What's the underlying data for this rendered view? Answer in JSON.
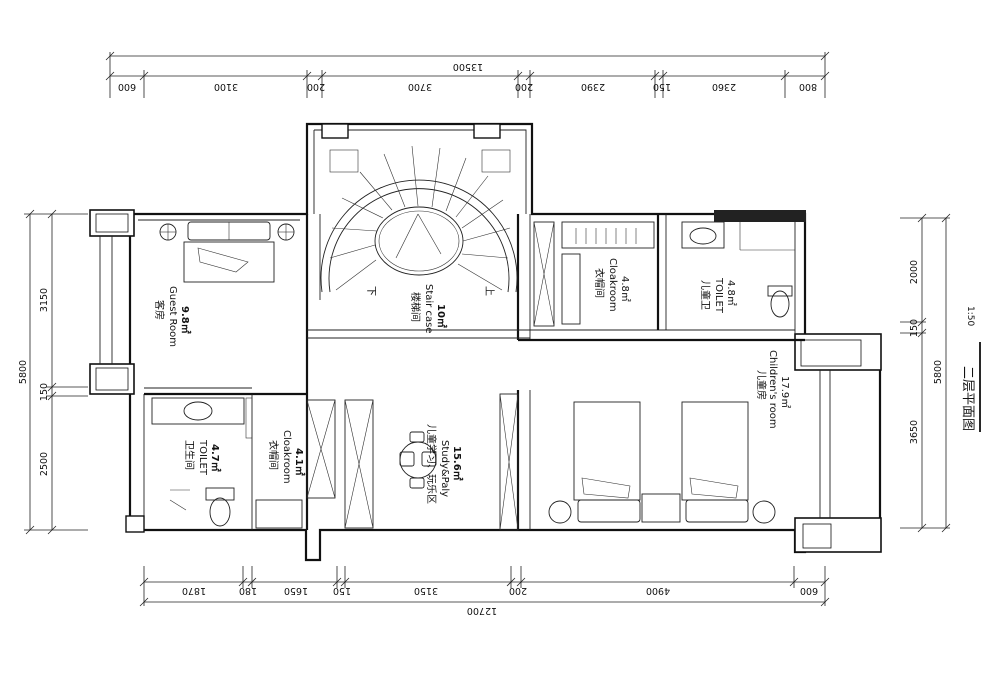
{
  "dimensions": {
    "top_total": "13500",
    "top_segments": [
      "600",
      "3100",
      "200",
      "3700",
      "200",
      "2390",
      "150",
      "2360",
      "800"
    ],
    "bottom_total": "12700",
    "bottom_segments": [
      "1870",
      "180",
      "1650",
      "150",
      "3150",
      "200",
      "4900",
      "600"
    ],
    "left_total": "5800",
    "left_segments": [
      "3150",
      "150",
      "2500"
    ],
    "right_total": "5800",
    "right_segments": [
      "2000",
      "150",
      "3650"
    ]
  },
  "rooms": {
    "guest_room": {
      "cn": "客房",
      "en": "Guest Room",
      "area": "9.8㎡"
    },
    "stair_case": {
      "cn": "楼梯间",
      "en": "Stair case",
      "area": "10㎡"
    },
    "cloakroom_top": {
      "cn": "衣帽间",
      "en": "Cloakroom",
      "area": "4.8㎡"
    },
    "kids_toilet": {
      "cn": "儿童卫",
      "en": "TOILET",
      "area": "4.8㎡"
    },
    "toilet": {
      "cn": "卫生间",
      "en": "TOILET",
      "area": "4.7㎡"
    },
    "cloakroom_left": {
      "cn": "衣帽间",
      "en": "Cloakroom",
      "area": "4.1㎡"
    },
    "study_play": {
      "cn": "儿童学习、玩乐区",
      "en": "Study&Paly",
      "area": "15.6㎡"
    },
    "children_room": {
      "cn": "儿童房",
      "en": "Children's room",
      "area": "17.9㎡"
    }
  },
  "stair_labels": {
    "down": "下",
    "up": "上"
  },
  "title": {
    "text": "二层平面图",
    "scale": "1:50"
  }
}
